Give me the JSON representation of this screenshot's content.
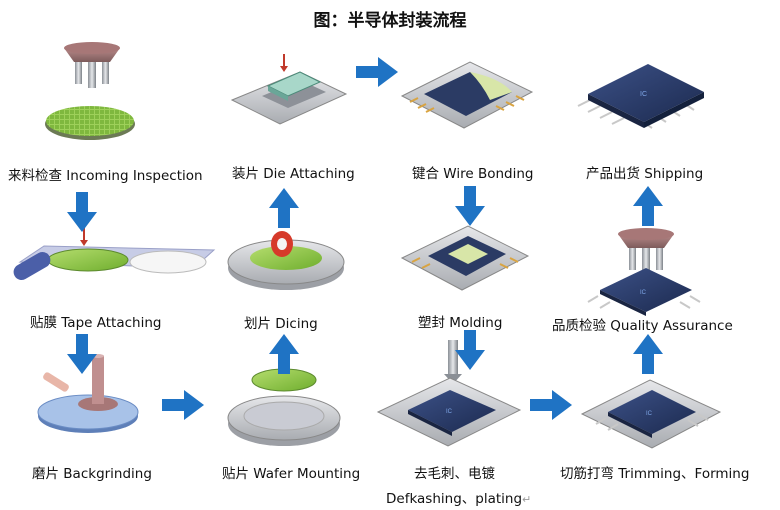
{
  "title": "图：半导体封装流程",
  "steps": {
    "incoming_inspection": "来料检查 Incoming Inspection",
    "die_attaching": "装片 Die Attaching",
    "wire_bonding": "键合 Wire Bonding",
    "shipping": "产品出货 Shipping",
    "tape_attaching": "贴膜 Tape Attaching",
    "dicing": "划片 Dicing",
    "molding": "塑封 Molding",
    "quality_assurance": "品质检验 Quality Assurance",
    "backgrinding": "磨片 Backgrinding",
    "wafer_mounting": "贴片 Wafer Mounting",
    "deflashing_cn": "去毛刺、电镀",
    "deflashing_en": "Defkashing、plating",
    "trimming_forming": "切筋打弯 Trimming、Forming"
  },
  "colors": {
    "arrow": "#1f73c4",
    "wafer": "#8cc63f",
    "chip": "#2a3d6b",
    "substrate": "#c7c9cc",
    "lead": "#d9a441"
  }
}
